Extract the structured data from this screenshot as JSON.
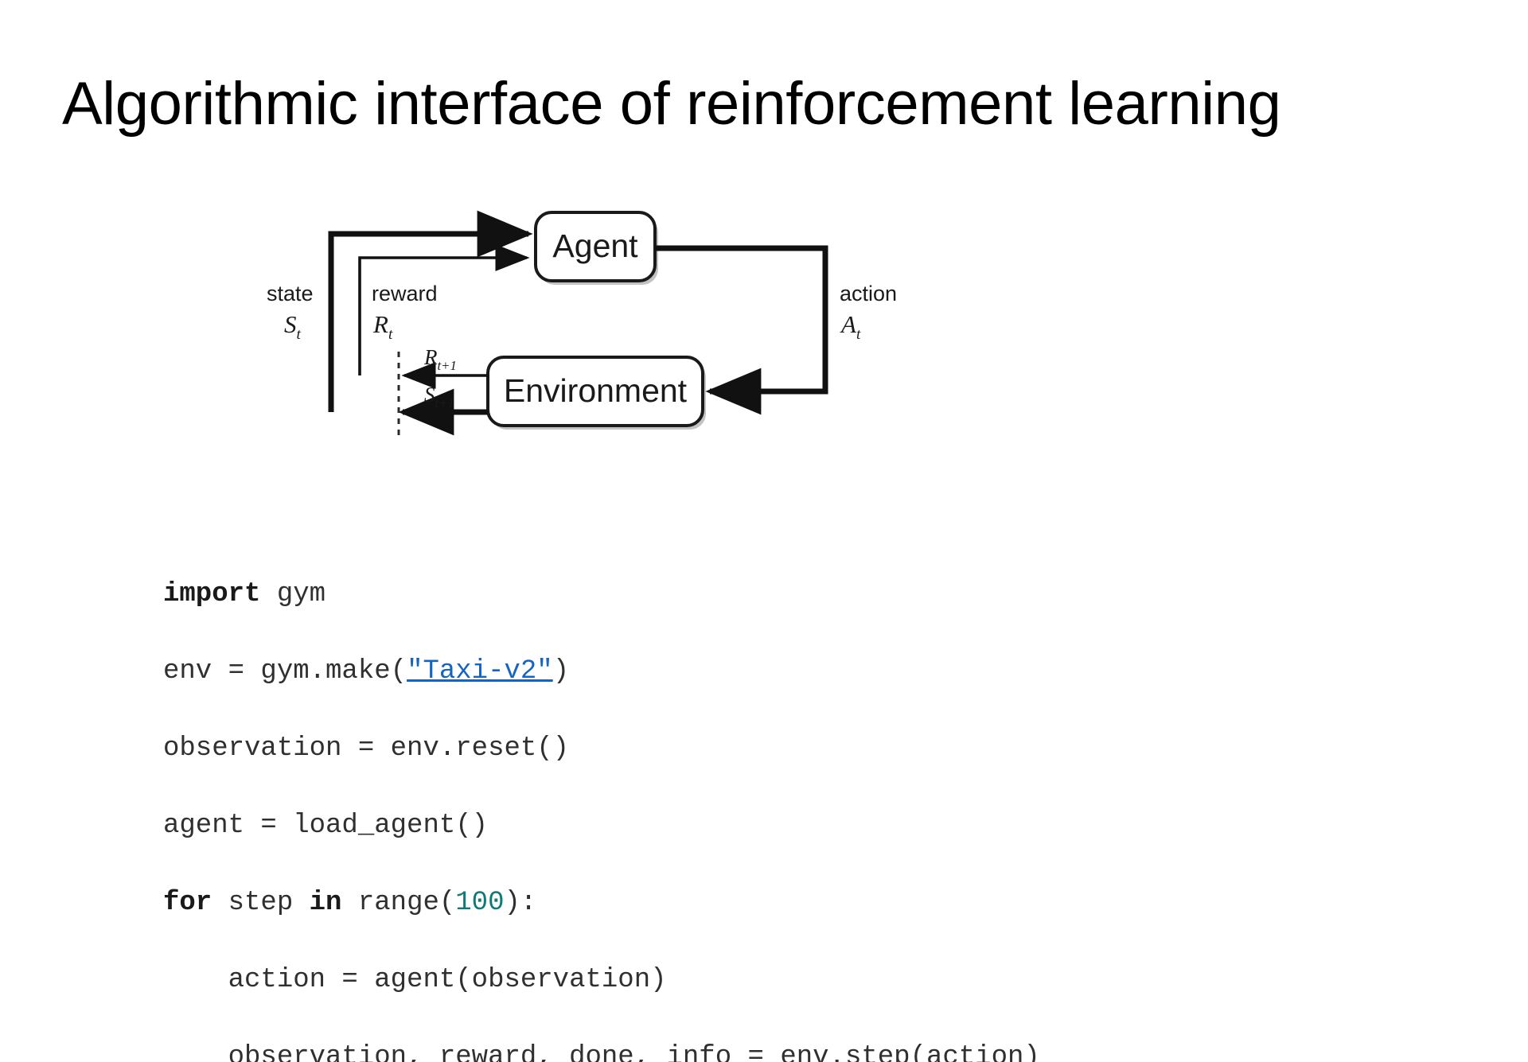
{
  "slide": {
    "title": "Algorithmic interface of reinforcement learning",
    "background_color": "#ffffff"
  },
  "diagram": {
    "name": "agent-environment-interaction-loop",
    "nodes": [
      {
        "id": "agent",
        "label": "Agent"
      },
      {
        "id": "environment",
        "label": "Environment"
      }
    ],
    "signals": [
      {
        "id": "state",
        "word": "state",
        "symbol": "S",
        "subscript": "t"
      },
      {
        "id": "reward",
        "word": "reward",
        "symbol": "R",
        "subscript": "t"
      },
      {
        "id": "action",
        "word": "action",
        "symbol": "A",
        "subscript": "t"
      }
    ],
    "edge_labels": [
      {
        "id": "reward-next",
        "symbol": "R",
        "subscript": "t+1"
      },
      {
        "id": "state-next",
        "symbol": "S",
        "subscript": "t+1"
      }
    ],
    "stroke_color": "#111111"
  },
  "code": {
    "language": "python",
    "link_color": "#1565c0",
    "number_color": "#0d7a78",
    "lines": [
      {
        "id": "line-1",
        "tokens": [
          {
            "t": "import",
            "k": "kw"
          },
          {
            "t": " gym",
            "k": "plain"
          }
        ]
      },
      {
        "id": "line-2",
        "tokens": [
          {
            "t": "env = gym.make(",
            "k": "plain"
          },
          {
            "t": "\"Taxi-v2\"",
            "k": "link"
          },
          {
            "t": ")",
            "k": "plain"
          }
        ]
      },
      {
        "id": "line-3",
        "tokens": [
          {
            "t": "observation = env.reset()",
            "k": "plain"
          }
        ]
      },
      {
        "id": "line-4",
        "tokens": [
          {
            "t": "agent = load_agent()",
            "k": "plain"
          }
        ]
      },
      {
        "id": "line-5",
        "tokens": [
          {
            "t": "for",
            "k": "kw"
          },
          {
            "t": " step ",
            "k": "plain"
          },
          {
            "t": "in",
            "k": "kw"
          },
          {
            "t": " range(",
            "k": "plain"
          },
          {
            "t": "100",
            "k": "num"
          },
          {
            "t": "):",
            "k": "plain"
          }
        ]
      },
      {
        "id": "line-6",
        "tokens": [
          {
            "t": "    action = agent(observation)",
            "k": "plain"
          }
        ]
      },
      {
        "id": "line-7",
        "tokens": [
          {
            "t": "    observation, reward, done, info = env.step(action)",
            "k": "plain"
          }
        ]
      }
    ]
  }
}
